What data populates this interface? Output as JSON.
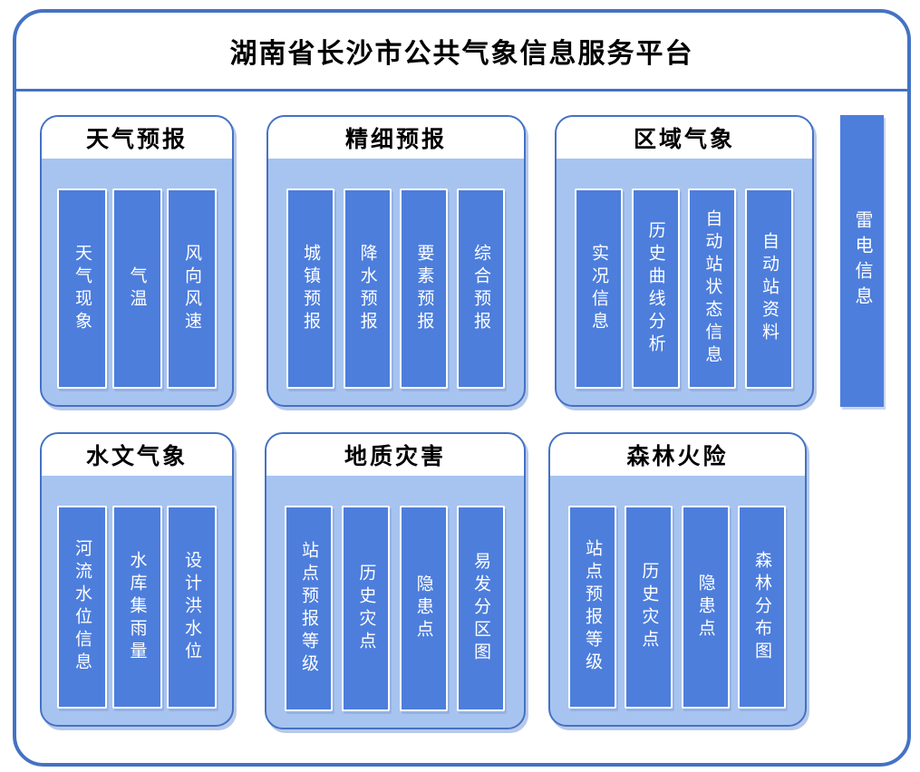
{
  "title": "湖南省长沙市公共气象信息服务平台",
  "colors": {
    "frame_border": "#4472C4",
    "panel_body": "#A7C4F0",
    "bar_fill": "#4D7EDC",
    "bar_text": "#FFFFFF",
    "title_text": "#000000"
  },
  "panels": [
    {
      "title": "天气预报",
      "items": [
        "天气现象",
        "气温",
        "风向风速"
      ]
    },
    {
      "title": "精细预报",
      "items": [
        "城镇预报",
        "降水预报",
        "要素预报",
        "综合预报"
      ]
    },
    {
      "title": "区域气象",
      "items": [
        "实况信息",
        "历史曲线分析",
        "自动站状态信息",
        "自动站资料"
      ]
    },
    {
      "title": "水文气象",
      "items": [
        "河流水位信息",
        "水库集雨量",
        "设计洪水位"
      ]
    },
    {
      "title": "地质灾害",
      "items": [
        "站点预报等级",
        "历史灾点",
        "隐患点",
        "易发分区图"
      ]
    },
    {
      "title": "森林火险",
      "items": [
        "站点预报等级",
        "历史灾点",
        "隐患点",
        "森林分布图"
      ]
    }
  ],
  "side_bar": {
    "label": "雷电信息"
  }
}
